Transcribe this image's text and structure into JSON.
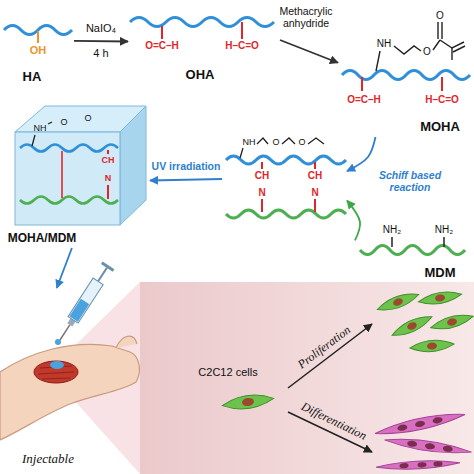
{
  "diagram": {
    "nodes": [
      {
        "text": [
          "OH",
          "HA"
        ]
      },
      {
        "text": [
          "O=C–H",
          "H–C=O",
          "OHA"
        ]
      },
      {
        "text": [
          "NH",
          "O",
          "O",
          "O=C–H",
          "H–C=O",
          "MOHA"
        ]
      },
      {
        "text": [
          "NH₂",
          "NH₂",
          "MDM"
        ]
      },
      {
        "text": [
          "NH",
          "O",
          "O",
          "CH",
          "N",
          "CH",
          "N"
        ]
      },
      {
        "text": [
          "NH",
          "O",
          "O",
          "CH",
          "N",
          "MOHA/MDM"
        ]
      },
      {
        "text": [
          "Injectable"
        ]
      },
      {
        "text": [
          "C2C12 cells"
        ]
      }
    ],
    "edges": [
      {
        "from": 0,
        "to": 1,
        "arrow": "to",
        "label": "NaIO₄"
      },
      {
        "from": 1,
        "to": 2,
        "arrow": "to",
        "label": "Methacrylic anhydride"
      },
      {
        "from": 2,
        "to": 4,
        "arrow": "to"
      },
      {
        "from": 3,
        "to": 4,
        "arrow": "to",
        "label": "Schiff based reaction"
      },
      {
        "from": 4,
        "to": 5,
        "arrow": "to",
        "label": "UV irradiation"
      },
      {
        "from": 5,
        "to": 6,
        "arrow": "to"
      }
    ],
    "labels": [
      "4 h",
      "Proliferation",
      "Differentiation"
    ]
  }
}
